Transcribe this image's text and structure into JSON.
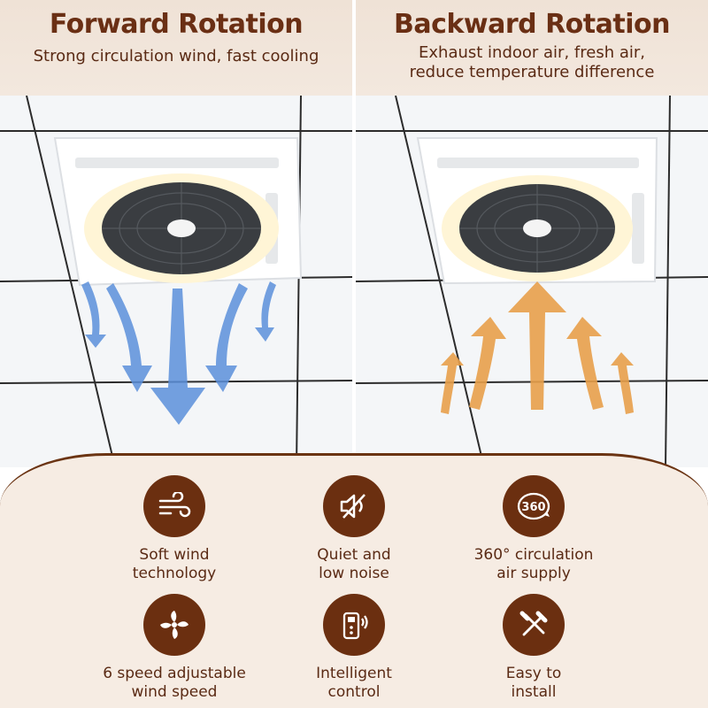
{
  "forward": {
    "title": "Forward Rotation",
    "subtitle": "Strong circulation wind, fast cooling",
    "arrow_color": "#4f86d6"
  },
  "backward": {
    "title": "Backward Rotation",
    "subtitle_line1": "Exhaust indoor air, fresh air,",
    "subtitle_line2": "reduce temperature difference",
    "arrow_color": "#e8a04a"
  },
  "features": [
    {
      "line1": "Soft wind",
      "line2": "technology",
      "icon": "wind-icon"
    },
    {
      "line1": "Quiet and",
      "line2": "low noise",
      "icon": "speaker-mute-icon"
    },
    {
      "line1": "360° circulation",
      "line2": "air supply",
      "icon": "rotate-360-icon",
      "icon_text": "360"
    },
    {
      "line1": "6 speed adjustable",
      "line2": "wind speed",
      "icon": "fan-icon"
    },
    {
      "line1": "Intelligent",
      "line2": "control",
      "icon": "remote-control-icon"
    },
    {
      "line1": "Easy to",
      "line2": "install",
      "icon": "tools-icon"
    }
  ],
  "colors": {
    "brand_brown": "#6b2f10",
    "header_bg": "#efe2d6",
    "features_bg": "#f6ece3"
  }
}
